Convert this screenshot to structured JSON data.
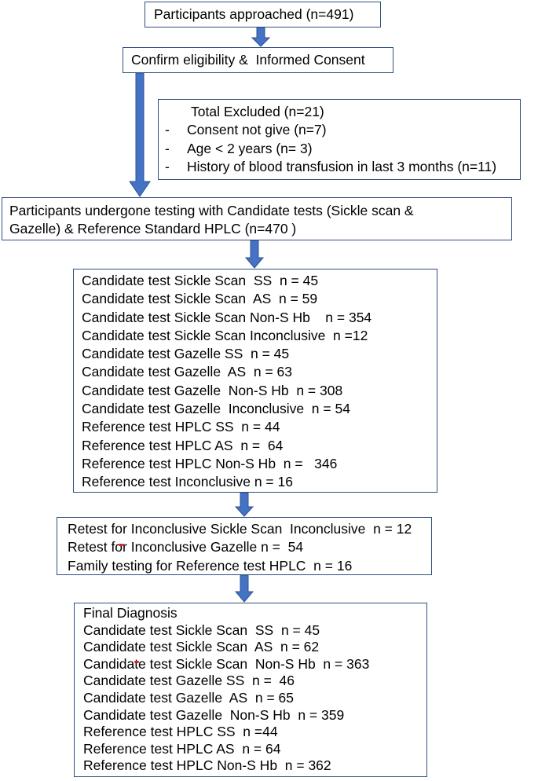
{
  "approached": "Participants approached (n=491)",
  "consent": "Confirm eligibility &  Informed Consent",
  "excluded": {
    "title": "Total Excluded (n=21)",
    "items": [
      {
        "dash": "-",
        "text": "Consent not give (n=7)"
      },
      {
        "dash": "-",
        "text": "Age < 2 years (n= 3)"
      },
      {
        "dash": "-",
        "text": "History of blood transfusion in last 3 months (n=11)"
      }
    ]
  },
  "tested": [
    "Participants undergone testing with Candidate tests (Sickle scan &",
    "Gazelle) & Reference Standard HPLC (n=470 )"
  ],
  "results": [
    "Candidate test Sickle Scan  SS  n = 45",
    "Candidate test Sickle Scan  AS  n = 59",
    "Candidate test Sickle Scan Non-S Hb    n = 354",
    "Candidate test Sickle Scan Inconclusive  n =12",
    "Candidate test Gazelle SS  n = 45",
    "Candidate test Gazelle  AS  n = 63",
    "Candidate test Gazelle  Non-S Hb  n = 308",
    "Candidate test Gazelle  Inconclusive  n = 54",
    "Reference test HPLC SS  n = 44",
    "Reference test HPLC AS  n =  64",
    "Reference test HPLC Non-S Hb  n =   346",
    "Reference test Inconclusive n = 16"
  ],
  "retest": [
    "Retest for Inconclusive Sickle Scan  Inconclusive  n = 12",
    "Retest for Inconclusive Gazelle n =  54",
    "Family testing for Reference test HPLC  n = 16"
  ],
  "final": [
    "Final Diagnosis",
    "Candidate test Sickle Scan  SS  n = 45",
    "Candidate test Sickle Scan  AS  n = 62",
    "Candidate test Sickle Scan  Non-S Hb  n = 363",
    "Candidate test Gazelle SS  n =  46",
    "Candidate test Gazelle  AS  n = 65",
    "Candidate test Gazelle  Non-S Hb  n = 359",
    "Reference test HPLC SS  n =44",
    "Reference test HPLC AS  n = 64",
    "Reference test HPLC Non-S Hb  n = 362"
  ],
  "colors": {
    "arrow_fill": "#4472c4",
    "arrow_stroke": "#2f528f",
    "box_border": "#2f4f7f"
  }
}
